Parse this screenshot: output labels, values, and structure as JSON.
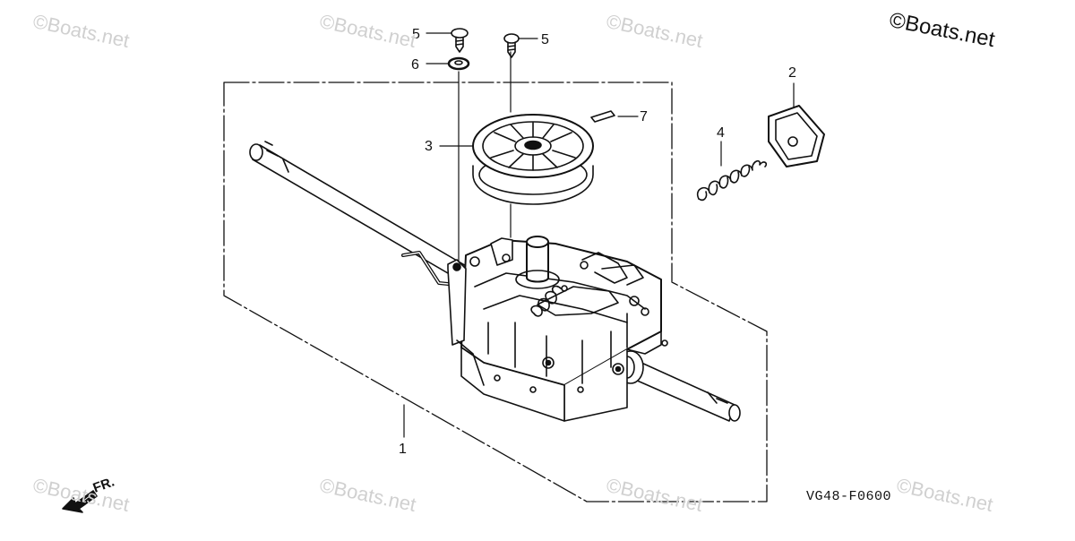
{
  "watermark": "Boats.net",
  "watermark_symbol": "©",
  "drawing_code": "VG48-F0600",
  "direction_label": "FR.",
  "callouts": [
    {
      "id": "callout-1",
      "label": "1"
    },
    {
      "id": "callout-2",
      "label": "2"
    },
    {
      "id": "callout-3",
      "label": "3"
    },
    {
      "id": "callout-4",
      "label": "4"
    },
    {
      "id": "callout-5a",
      "label": "5"
    },
    {
      "id": "callout-5b",
      "label": "5"
    },
    {
      "id": "callout-6",
      "label": "6"
    },
    {
      "id": "callout-7",
      "label": "7"
    }
  ],
  "parts": [
    {
      "number": "1",
      "name": "transmission-assembly"
    },
    {
      "number": "2",
      "name": "rubber-cover"
    },
    {
      "number": "3",
      "name": "pulley"
    },
    {
      "number": "4",
      "name": "spring"
    },
    {
      "number": "5",
      "name": "screw"
    },
    {
      "number": "6",
      "name": "washer"
    },
    {
      "number": "7",
      "name": "pin"
    }
  ]
}
